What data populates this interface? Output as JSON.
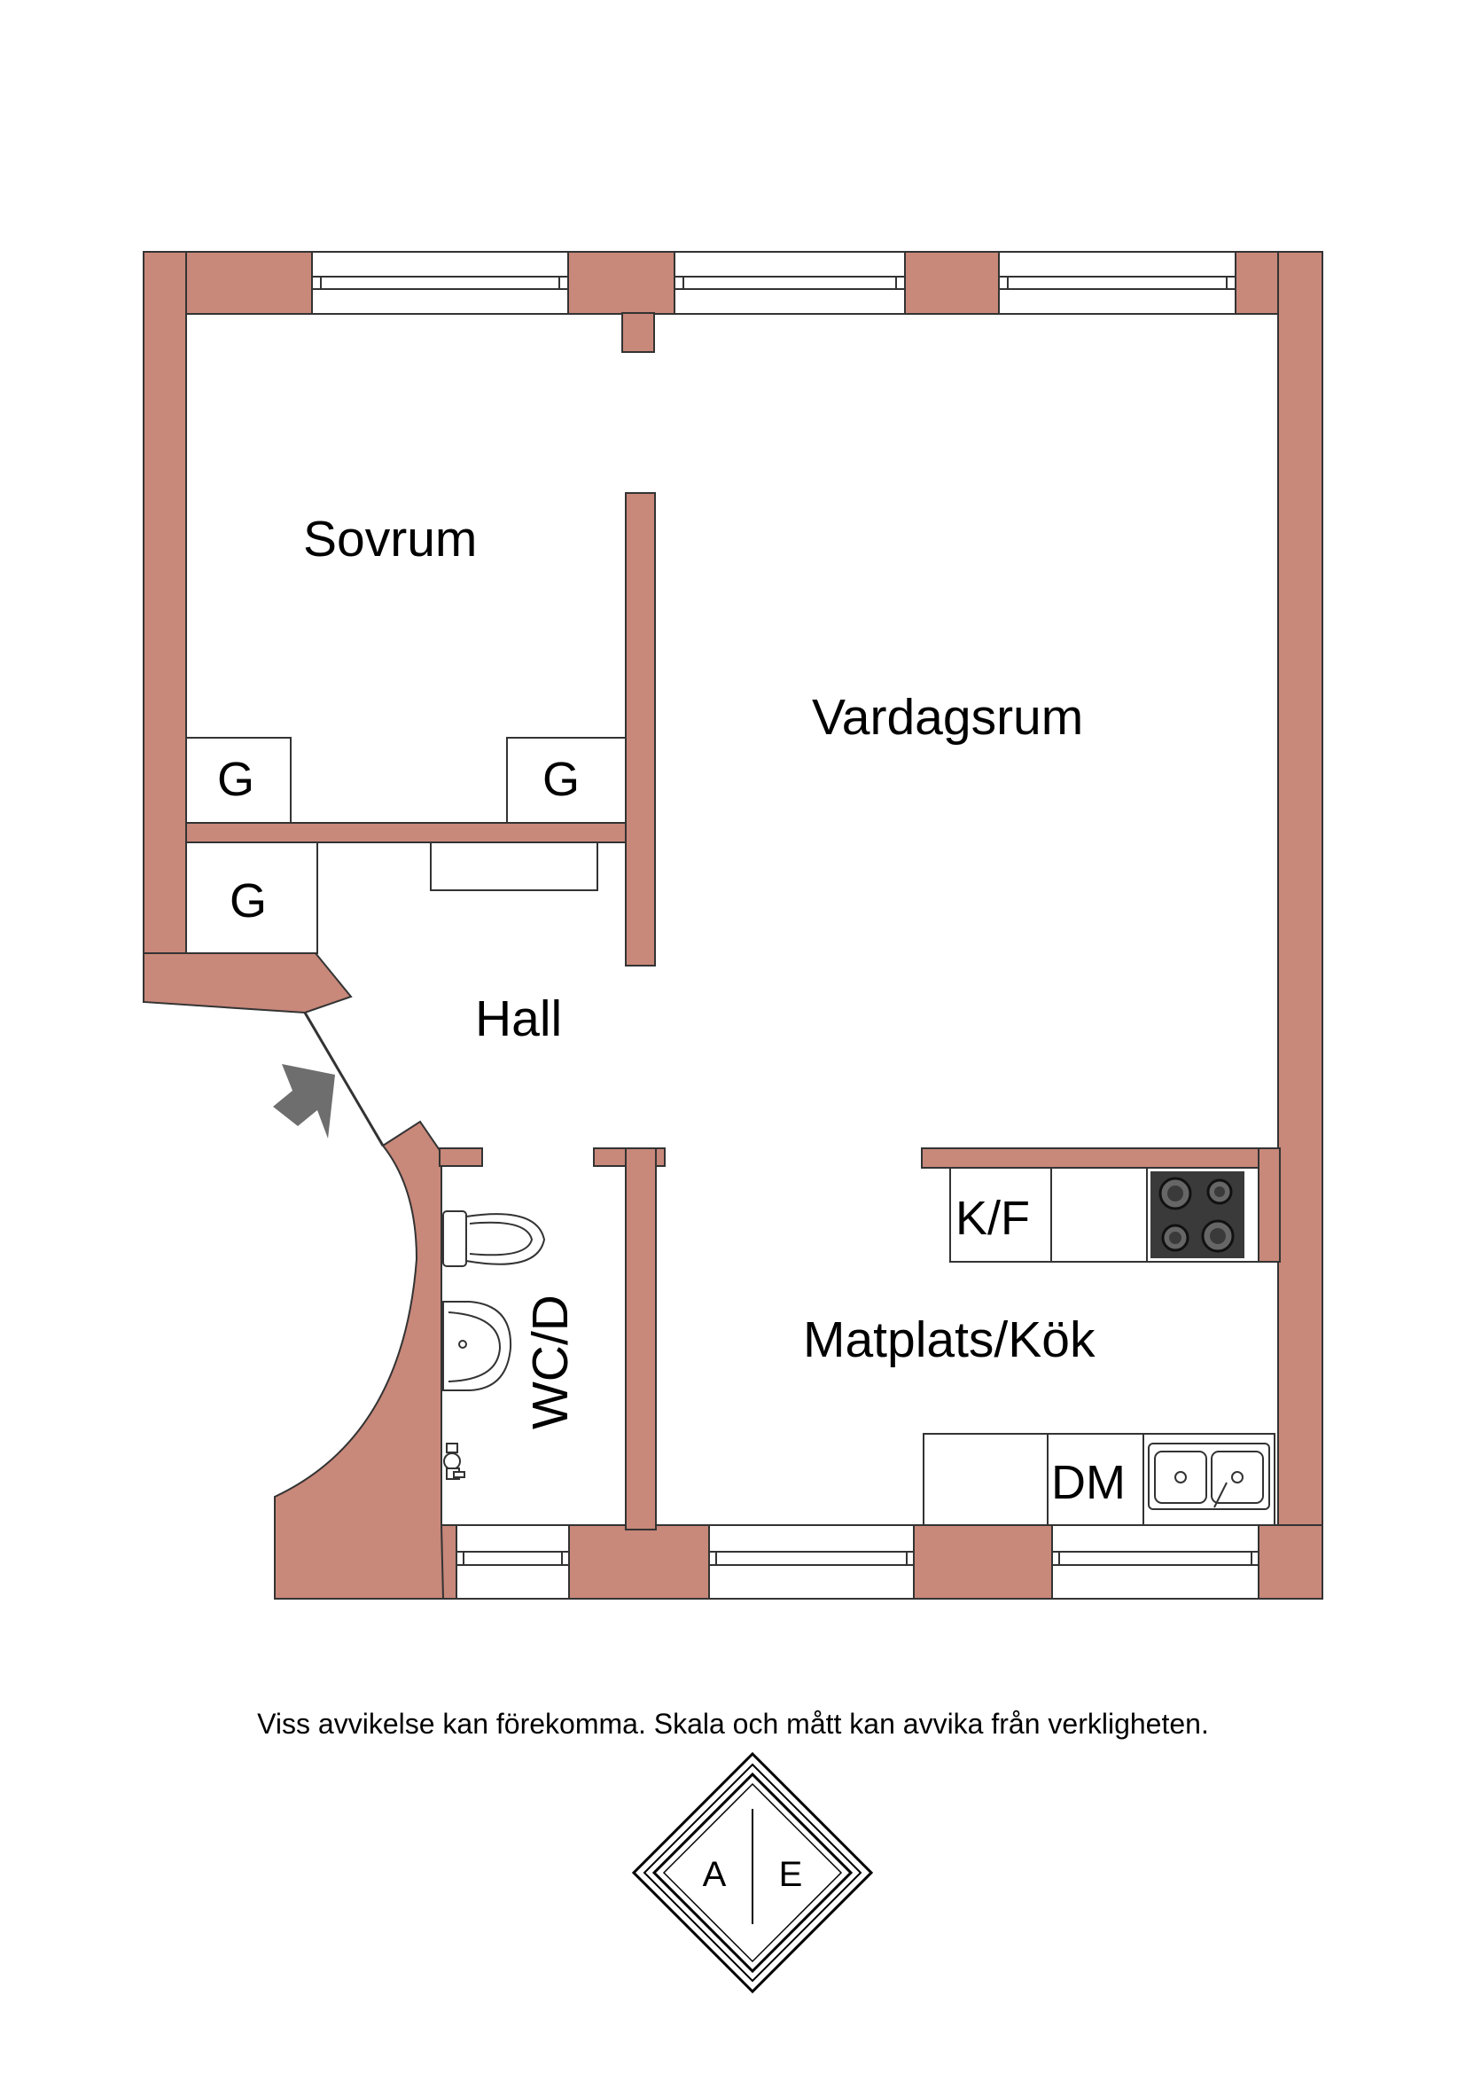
{
  "rooms": {
    "sovrum": "Sovrum",
    "vardagsrum": "Vardagsrum",
    "hall": "Hall",
    "wc_d": "WC/D",
    "matplats_kok": "Matplats/Kök"
  },
  "fixtures": {
    "wardrobe_1": "G",
    "wardrobe_2": "G",
    "wardrobe_3": "G",
    "fridge_freezer": "K/F",
    "dishwasher": "DM"
  },
  "disclaimer": "Viss avvikelse kan förekomma. Skala och mått kan avvika från verkligheten.",
  "logo": {
    "left": "A",
    "right": "E"
  },
  "colors": {
    "wall": "#c8887a",
    "stroke": "#333333",
    "entry_arrow": "#6e6e6e",
    "stove": "#3a3a3a"
  }
}
